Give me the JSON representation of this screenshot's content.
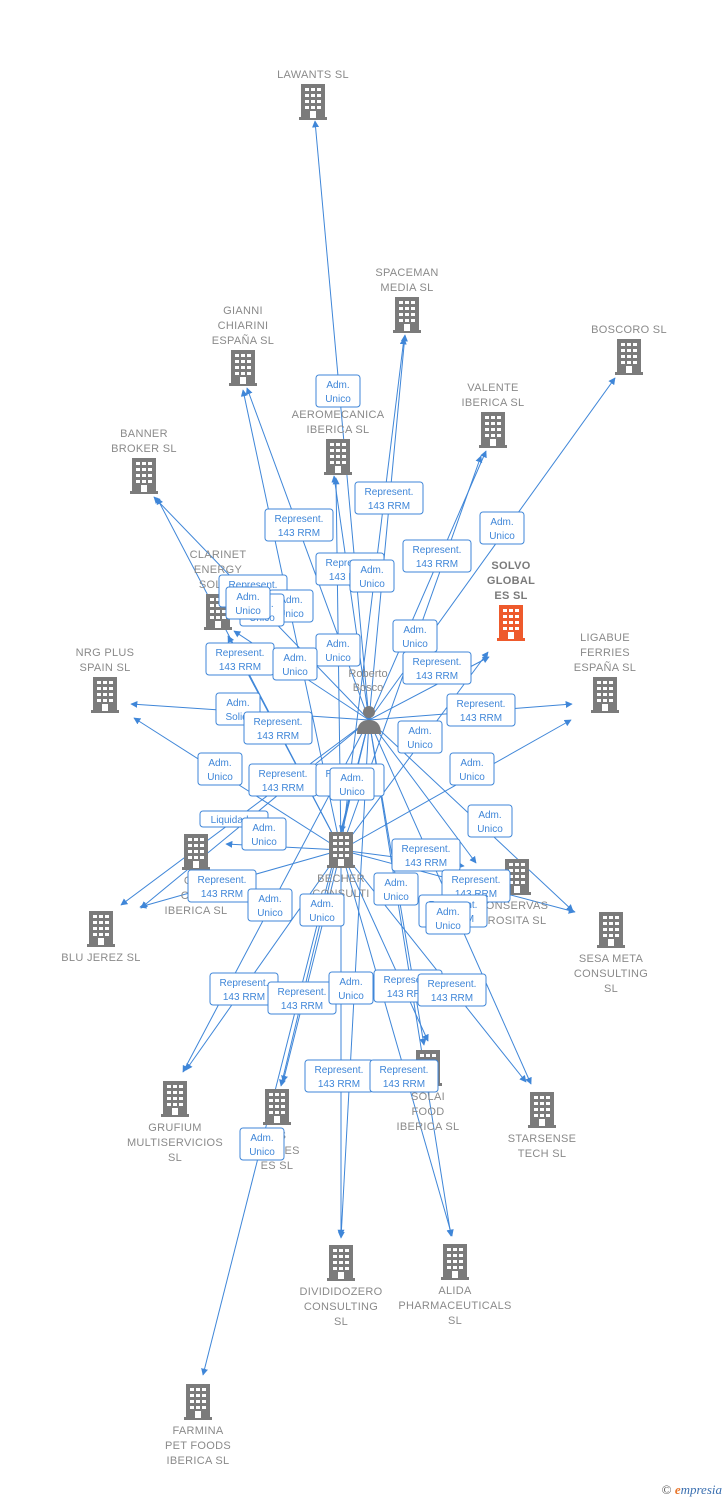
{
  "colors": {
    "edge": "#3f86d8",
    "building": "#7b7b7b",
    "building_highlight": "#ee5a2c",
    "label": "#8a8a8a"
  },
  "person": {
    "id": "roberto",
    "lines": [
      "Roberto",
      "Bosco"
    ],
    "icon": "person-icon"
  },
  "companies": [
    {
      "id": "lawants",
      "lines": [
        "LAWANTS  SL"
      ]
    },
    {
      "id": "spaceman",
      "lines": [
        "SPACEMAN",
        "MEDIA  SL"
      ]
    },
    {
      "id": "gianni",
      "lines": [
        "GIANNI",
        "CHIARINI",
        "ESPAÑA  SL"
      ]
    },
    {
      "id": "boscoro",
      "lines": [
        "BOSCORO  SL"
      ]
    },
    {
      "id": "valente",
      "lines": [
        "VALENTE",
        "IBERICA  SL"
      ]
    },
    {
      "id": "aeromecanica",
      "lines": [
        "AEROMECANICA",
        "IBERICA  SL"
      ]
    },
    {
      "id": "banner",
      "lines": [
        "BANNER",
        "BROKER  SL"
      ]
    },
    {
      "id": "clarinet",
      "lines": [
        "CLARINET",
        "ENERGY",
        "SOLUT"
      ]
    },
    {
      "id": "solvo",
      "lines": [
        "SOLVO",
        "GLOBAL",
        "ES  SL"
      ],
      "highlight": true
    },
    {
      "id": "nrg",
      "lines": [
        "NRG PLUS",
        "SPAIN  SL"
      ]
    },
    {
      "id": "ligabue",
      "lines": [
        "LIGABUE",
        "FERRIES",
        "ESPAÑA  SL"
      ]
    },
    {
      "id": "becher",
      "lines": [
        "BECHER",
        "CONSULTI"
      ]
    },
    {
      "id": "gas",
      "lines": [
        "GAS",
        "CLOT",
        "IBERICA  SL"
      ]
    },
    {
      "id": "conservas",
      "lines": [
        "ONSERVAS",
        "ROSITA  SL"
      ]
    },
    {
      "id": "blujerez",
      "lines": [
        "BLU JEREZ  SL"
      ]
    },
    {
      "id": "sesameta",
      "lines": [
        "SESA META",
        "CONSULTING",
        "SL"
      ]
    },
    {
      "id": "grufium",
      "lines": [
        "GRUFIUM",
        "MULTISERVICIOS",
        "SL"
      ]
    },
    {
      "id": "sis",
      "lines": [
        "SIS",
        "E    RISES",
        "ES  SL"
      ]
    },
    {
      "id": "solai",
      "lines": [
        "SOLAI",
        "FOOD",
        "IBERICA  SL"
      ]
    },
    {
      "id": "starsense",
      "lines": [
        "STARSENSE",
        "TECH  SL"
      ]
    },
    {
      "id": "divididozero",
      "lines": [
        "DIVIDIDOZERO",
        "CONSULTING",
        "SL"
      ]
    },
    {
      "id": "alida",
      "lines": [
        "ALIDA",
        "PHARMACEUTICALS",
        "SL"
      ]
    },
    {
      "id": "farmina",
      "lines": [
        "FARMINA",
        "PET FOODS",
        "IBERICA  SL"
      ]
    }
  ],
  "edges": [
    {
      "to": "lawants"
    },
    {
      "to": "spaceman"
    },
    {
      "to": "gianni"
    },
    {
      "to": "boscoro"
    },
    {
      "to": "valente"
    },
    {
      "to": "aeromecanica"
    },
    {
      "to": "banner"
    },
    {
      "to": "clarinet"
    },
    {
      "to": "solvo"
    },
    {
      "to": "nrg"
    },
    {
      "to": "ligabue"
    },
    {
      "to": "gas"
    },
    {
      "to": "conservas"
    },
    {
      "to": "blujerez"
    },
    {
      "to": "sesameta"
    },
    {
      "to": "grufium"
    },
    {
      "to": "sis"
    },
    {
      "to": "solai"
    },
    {
      "to": "starsense"
    },
    {
      "to": "divididozero"
    },
    {
      "to": "alida"
    },
    {
      "to": "farmina"
    },
    {
      "to": "becher"
    }
  ],
  "edge_labels": [
    {
      "id": "l1",
      "lines": [
        "Adm.",
        "Unico"
      ]
    },
    {
      "id": "l2",
      "lines": [
        "Represent.",
        "143 RRM"
      ]
    },
    {
      "id": "l3",
      "lines": [
        "Represent.",
        "143 RRM"
      ]
    },
    {
      "id": "l4",
      "lines": [
        "Adm.",
        "Unico"
      ]
    },
    {
      "id": "l5",
      "lines": [
        "Represent.",
        "143 RRM"
      ]
    },
    {
      "id": "l6",
      "lines": [
        "Represent.",
        "143 RRM"
      ]
    },
    {
      "id": "l7",
      "lines": [
        "Represent.",
        "143 RRM"
      ]
    },
    {
      "id": "l8",
      "lines": [
        "Adm.",
        "Unico"
      ]
    },
    {
      "id": "l9",
      "lines": [
        "Adm.",
        "Unico"
      ]
    },
    {
      "id": "l10",
      "lines": [
        "Adm.",
        "Unico"
      ]
    },
    {
      "id": "l11",
      "lines": [
        "Represent.",
        "143 RRM"
      ]
    },
    {
      "id": "l12",
      "lines": [
        "Adm.",
        "Unico"
      ]
    },
    {
      "id": "l13",
      "lines": [
        "Represent.",
        "143 RRM"
      ]
    },
    {
      "id": "l14",
      "lines": [
        "Adm.",
        "Solid."
      ]
    },
    {
      "id": "l15",
      "lines": [
        "Represent.",
        "143 RRM"
      ]
    },
    {
      "id": "l16",
      "lines": [
        "Represent.",
        "143 RRM"
      ]
    },
    {
      "id": "l17",
      "lines": [
        "Adm.",
        "Unico"
      ]
    },
    {
      "id": "l18",
      "lines": [
        "Adm.",
        "Unico"
      ]
    },
    {
      "id": "l19",
      "lines": [
        "Represent.",
        "143 RRM"
      ]
    },
    {
      "id": "l20",
      "lines": [
        "Adm.",
        "Unico"
      ]
    },
    {
      "id": "l21",
      "lines": [
        "Represent.",
        "143 RRM"
      ]
    },
    {
      "id": "l22",
      "lines": [
        "Liquidador"
      ]
    },
    {
      "id": "l23",
      "lines": [
        "Adm.",
        "Unico"
      ]
    },
    {
      "id": "l24",
      "lines": [
        "Adm.",
        "Unico"
      ]
    },
    {
      "id": "l25",
      "lines": [
        "Represent.",
        "143 RRM"
      ]
    },
    {
      "id": "l26",
      "lines": [
        "Represent.",
        "143 RRM"
      ]
    },
    {
      "id": "l27",
      "lines": [
        "Represent.",
        "143 RRM"
      ]
    },
    {
      "id": "l28",
      "lines": [
        "Adm.",
        "Unico"
      ]
    },
    {
      "id": "l29",
      "lines": [
        "Adm.",
        "Unico"
      ]
    },
    {
      "id": "l30",
      "lines": [
        "Represent.",
        "143 RRM"
      ]
    },
    {
      "id": "l31",
      "lines": [
        "Adm.",
        "Unico"
      ]
    },
    {
      "id": "l32",
      "lines": [
        "Represent.",
        "143 RRM"
      ]
    },
    {
      "id": "l33",
      "lines": [
        "Represent.",
        "143 RRM"
      ]
    },
    {
      "id": "l34",
      "lines": [
        "Adm.",
        "Unico"
      ]
    },
    {
      "id": "l35",
      "lines": [
        "Represent.",
        "143 RRM"
      ]
    },
    {
      "id": "l36",
      "lines": [
        "Represent.",
        "143 RRM"
      ]
    },
    {
      "id": "l37",
      "lines": [
        "Represent.",
        "143 RRM"
      ]
    },
    {
      "id": "l38",
      "lines": [
        "Represent.",
        "143 RRM"
      ]
    },
    {
      "id": "l39",
      "lines": [
        "Adm.",
        "Unico"
      ]
    },
    {
      "id": "l40",
      "lines": [
        "Adm.",
        "Unico"
      ]
    },
    {
      "id": "l41",
      "lines": [
        "Adm.",
        "Unico"
      ]
    },
    {
      "id": "l42",
      "lines": [
        "Adm.",
        "Unico"
      ]
    },
    {
      "id": "l43",
      "lines": [
        "Adm.",
        "Unico"
      ]
    },
    {
      "id": "l44",
      "lines": [
        "Adm.",
        "Unico"
      ]
    }
  ],
  "footer": {
    "copyright": "©",
    "brand_initial": "e",
    "brand_rest": "mpresia"
  }
}
